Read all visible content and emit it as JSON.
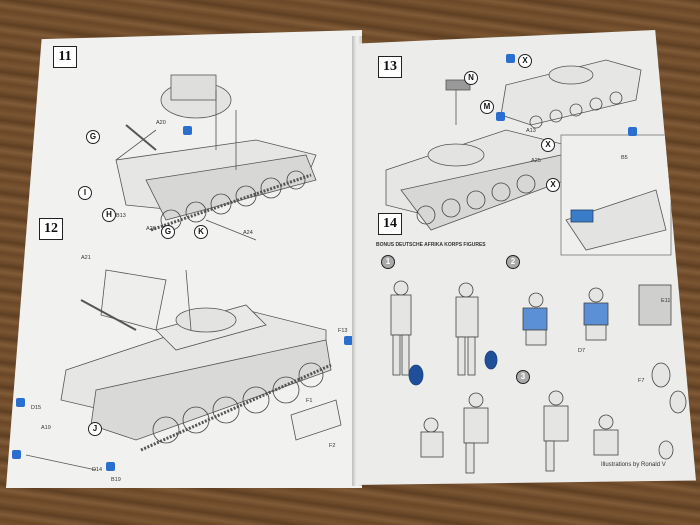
{
  "steps": {
    "s11": "11",
    "s12": "12",
    "s13": "13",
    "s14": "14"
  },
  "callouts": {
    "g1": "G",
    "h1": "H",
    "i1": "I",
    "g2": "G",
    "k1": "K",
    "j1": "J",
    "n1": "N",
    "m1": "M",
    "x1": "X",
    "x2": "X",
    "x3": "X"
  },
  "parts": {
    "p1": "A20",
    "p2": "A21",
    "p3": "A26",
    "p4": "A24",
    "p5": "A19",
    "p6": "B13",
    "p7": "B19",
    "p8": "D15",
    "p9": "D14",
    "p10": "F1",
    "p11": "F2",
    "p12": "F13",
    "p13": "A13",
    "p14": "A25",
    "p15": "B5",
    "p16": "E11",
    "p17": "D7",
    "p18": "F7"
  },
  "figures_caption": "BONUS DEUTSCHE AFRIKA KORPS FIGURES",
  "figure_numbers": {
    "f1": "1",
    "f2": "2",
    "f3": "3"
  },
  "credit": "Illustrations by Ronald V"
}
